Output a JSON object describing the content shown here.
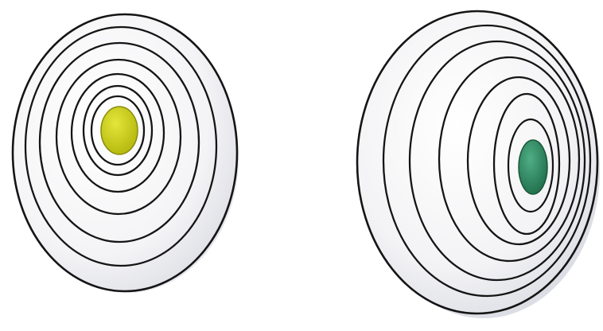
{
  "figures": [
    {
      "name": "left-concentric-figure",
      "nucleus_color": "#c8cc14",
      "nucleus_edge_color": "#8a8c0a",
      "ring_count": 6
    },
    {
      "name": "right-eccentric-figure",
      "nucleus_color": "#2e8a60",
      "nucleus_edge_color": "#1a5638",
      "ring_count": 6
    }
  ],
  "colors": {
    "ring_stroke": "#151515",
    "body_fill": "#f7f7f7",
    "shadow": "#c4c6d2"
  }
}
